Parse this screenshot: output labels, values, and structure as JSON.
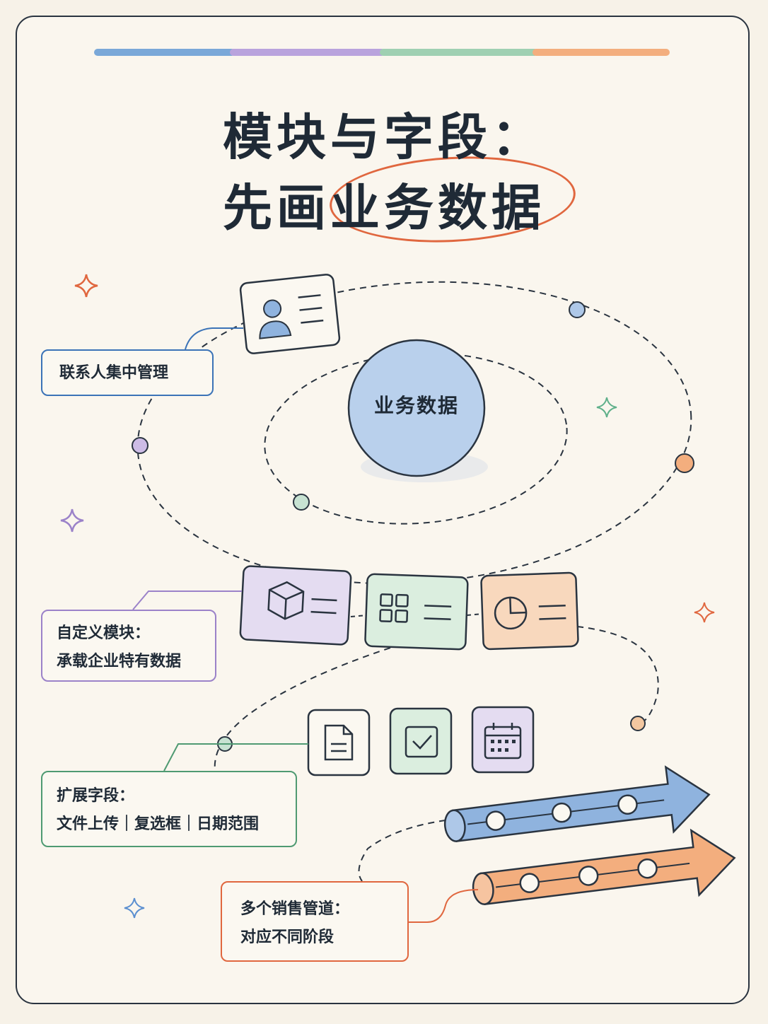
{
  "header_bar_colors": [
    "#7aa8d8",
    "#b9a3dd",
    "#9fd0b2",
    "#f3ae7e"
  ],
  "title": {
    "line1": "模块与字段：",
    "line2": "先画业务数据"
  },
  "center": {
    "label": "业务数据",
    "color": "#b9d0ec"
  },
  "labels": {
    "contact": "联系人集中管理",
    "modules": {
      "line1": "自定义模块：",
      "line2": "承载企业特有数据"
    },
    "fields": {
      "line1": "扩展字段：",
      "line2": "文件上传｜复选框｜日期范围"
    },
    "pipelines": {
      "line1": "多个销售管道：",
      "line2": "对应不同阶段"
    }
  },
  "icons": {
    "contact_card": "contact-card-icon",
    "module_cards": [
      "cube-icon",
      "grid-icon",
      "pie-chart-icon"
    ],
    "field_tiles": [
      "document-icon",
      "checkbox-icon",
      "calendar-icon"
    ],
    "pipelines": [
      "blue-arrow-pipeline",
      "orange-arrow-pipeline"
    ]
  },
  "colors": {
    "blue": "#3b73b7",
    "purple": "#9b82c9",
    "green": "#4f9a72",
    "orange": "#e0673f"
  }
}
